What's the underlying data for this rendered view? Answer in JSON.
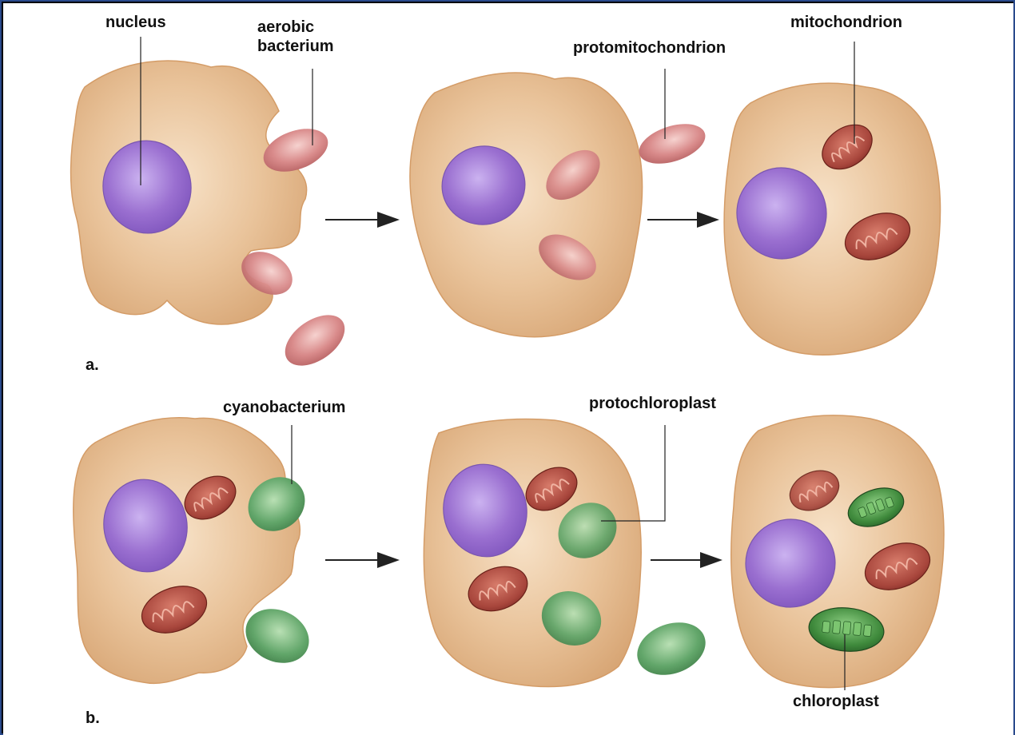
{
  "labels": {
    "nucleus": "nucleus",
    "aerobic_bacterium": "aerobic\nbacterium",
    "protomitochondrion": "protomitochondrion",
    "mitochondrion": "mitochondrion",
    "cyanobacterium": "cyanobacterium",
    "protochloroplast": "protochloroplast",
    "chloroplast": "chloroplast"
  },
  "panels": {
    "a": "a.",
    "b": "b."
  },
  "colors": {
    "frame_border": "#2a4a8c",
    "cell_fill": "#e2b585",
    "nucleus_fill": "#9a6fd0",
    "bacterium_fill": "#d98b8b",
    "mitochondrion_fill": "#a8463c",
    "cyanobacterium_fill": "#62a66a",
    "chloroplast_fill": "#3f8a3c"
  }
}
